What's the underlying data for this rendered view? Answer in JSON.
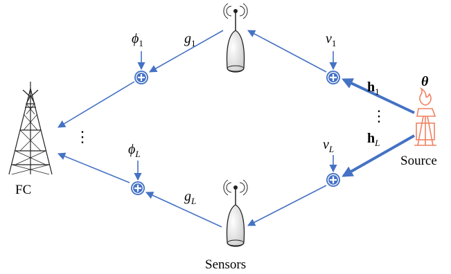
{
  "labels": {
    "fc": "FC",
    "source": "Source",
    "sensors": "Sensors",
    "theta": "θ",
    "h1": "h",
    "h1_sub": "1",
    "hL": "h",
    "hL_sub": "L",
    "phi1": "ϕ",
    "phi1_sub": "1",
    "phiL": "ϕ",
    "phiL_sub": "L",
    "g1": "g",
    "g1_sub": "1",
    "gL": "g",
    "gL_sub": "L",
    "v1": "v",
    "v1_sub": "1",
    "vL": "v",
    "vL_sub": "L",
    "dots_left": "⋮",
    "dots_right": "⋮"
  },
  "colors": {
    "arrow": "#4472c4",
    "arrow_bold": "#4472c4",
    "adder": "#4472c4",
    "source_icon": "#f08060",
    "tower": "#222222"
  }
}
